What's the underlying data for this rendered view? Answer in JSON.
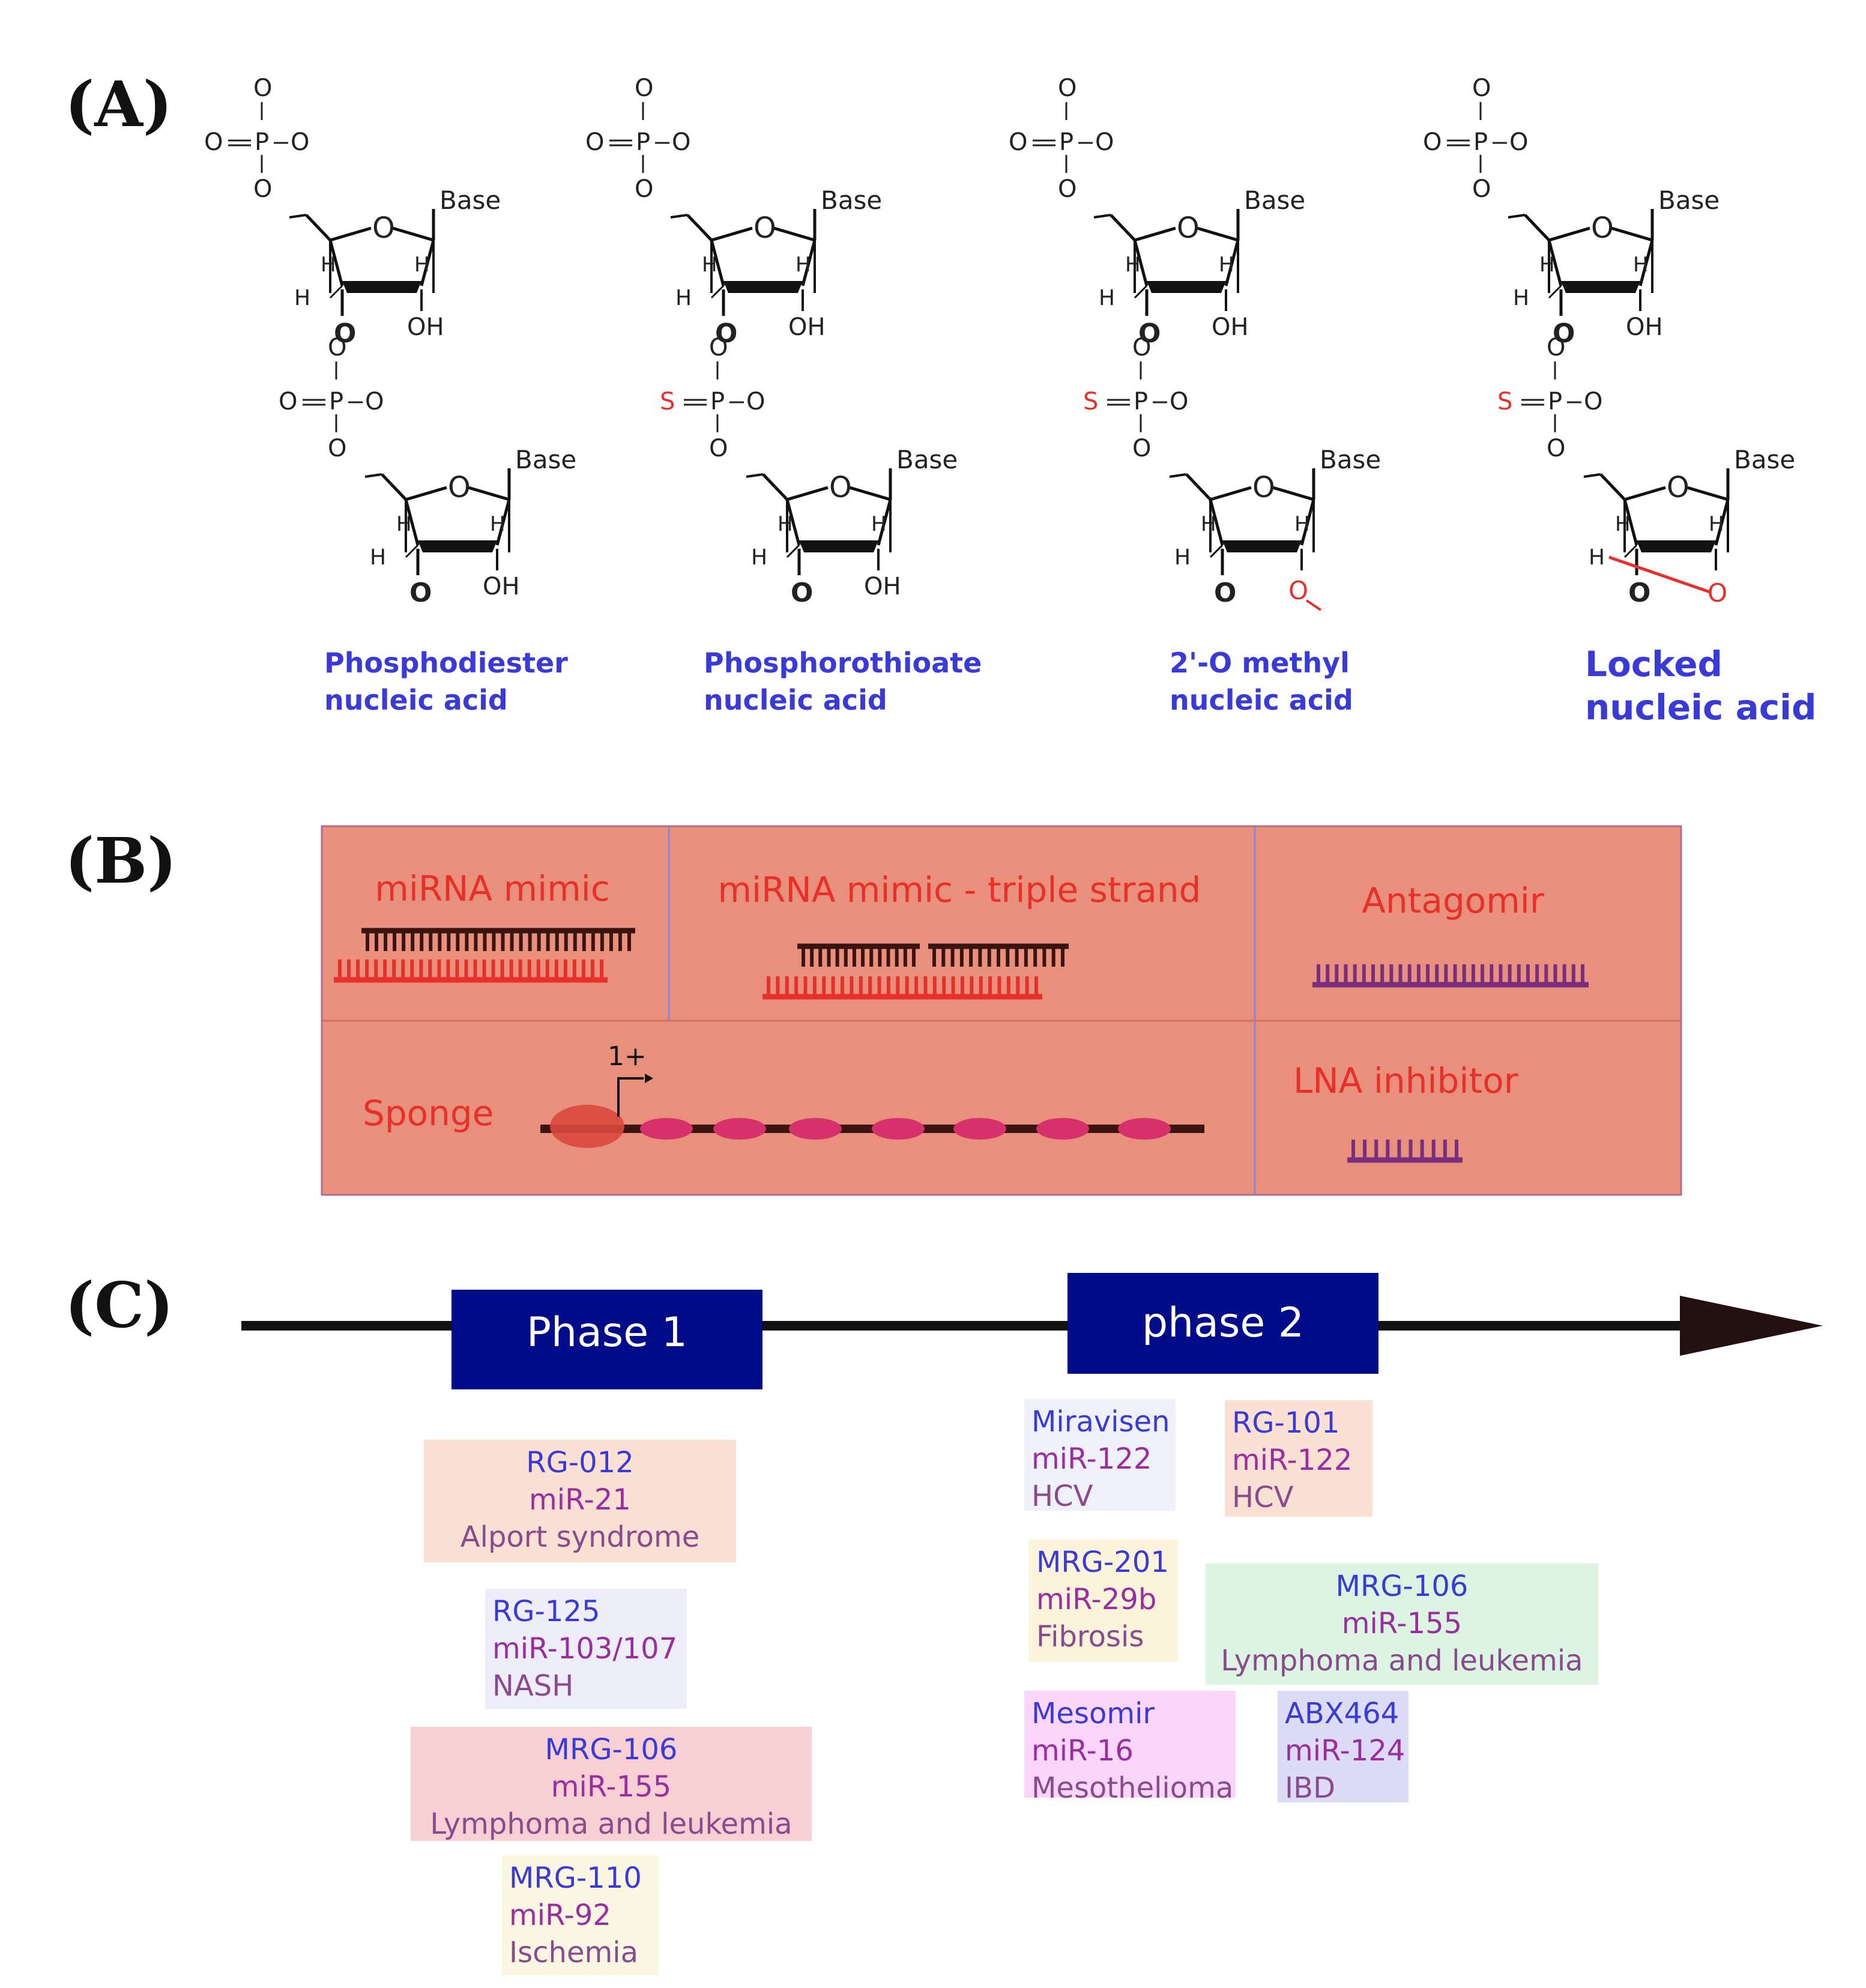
{
  "panels": {
    "a": "(A)",
    "b": "(B)",
    "c": "(C)"
  },
  "chemistry": {
    "atom_labels": {
      "o": "O",
      "p": "P",
      "s": "S",
      "h": "H",
      "oh": "OH",
      "base": "Base"
    },
    "structures": [
      {
        "line1": "Phosphodiester",
        "line2": "nucleic acid"
      },
      {
        "line1": "Phosphorothioate",
        "line2": "nucleic acid"
      },
      {
        "line1": "2'-O methyl",
        "line2": "nucleic acid"
      },
      {
        "line1": "Locked",
        "line2": "nucleic acid"
      }
    ]
  },
  "molecules": {
    "mimic": "miRNA mimic",
    "triple": "miRNA mimic - triple strand",
    "antagomir": "Antagomir",
    "sponge": "Sponge",
    "sponge_promoter": "1+",
    "lna": "LNA inhibitor"
  },
  "timeline": {
    "phase1": "Phase 1",
    "phase2": "phase 2",
    "phase1_items": [
      {
        "drug": "RG-012",
        "target": "miR-21",
        "disease": "Alport syndrome"
      },
      {
        "drug": "RG-125",
        "target": "miR-103/107",
        "disease": "NASH"
      },
      {
        "drug": "MRG-106",
        "target": "miR-155",
        "disease": "Lymphoma and leukemia"
      },
      {
        "drug": "MRG-110",
        "target": "miR-92",
        "disease": "Ischemia"
      }
    ],
    "phase2_items": [
      {
        "drug": "Miravisen",
        "target": "miR-122",
        "disease": "HCV"
      },
      {
        "drug": "RG-101",
        "target": "miR-122",
        "disease": "HCV"
      },
      {
        "drug": "MRG-201",
        "target": "miR-29b",
        "disease": "Fibrosis"
      },
      {
        "drug": "MRG-106",
        "target": "miR-155",
        "disease": "Lymphoma and leukemia"
      },
      {
        "drug": "Mesomir",
        "target": "miR-16",
        "disease": "Mesothelioma"
      },
      {
        "drug": "ABX464",
        "target": "miR-124",
        "disease": "IBD"
      }
    ]
  },
  "colors": {
    "chem_label": "#3a3ad6",
    "sulfur": "#e8302a",
    "panel_fill": "#e8907c",
    "panel_title": "#e8302a",
    "phase_box": "#000c8a",
    "arrow": "#111111"
  }
}
